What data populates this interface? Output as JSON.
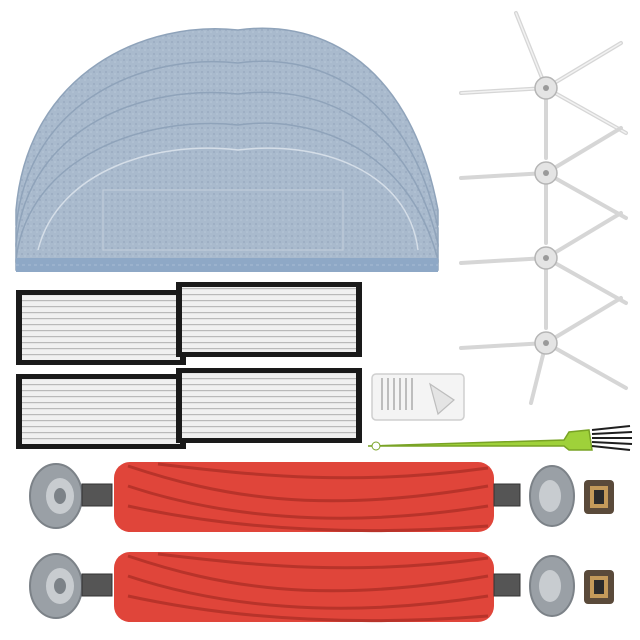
{
  "scene": {
    "background": "#ffffff",
    "parts": [
      {
        "name": "mop-pad",
        "count": 4,
        "color": "#a6b8cc"
      },
      {
        "name": "hepa-filter",
        "count": 4,
        "color": "#e8e8e8"
      },
      {
        "name": "side-brush",
        "count": 4,
        "color": "#dcdcdc"
      },
      {
        "name": "cleaning-comb",
        "count": 1,
        "color": "#f2f2f2"
      },
      {
        "name": "cleaning-brush",
        "count": 1,
        "color": "#9acd32"
      },
      {
        "name": "main-roller-brush",
        "count": 2,
        "color": "#e0453a"
      },
      {
        "name": "roller-end-cap",
        "count": 4,
        "color": "#9aa0a6"
      },
      {
        "name": "roller-bearing",
        "count": 2,
        "color": "#5a4a3a"
      }
    ]
  }
}
